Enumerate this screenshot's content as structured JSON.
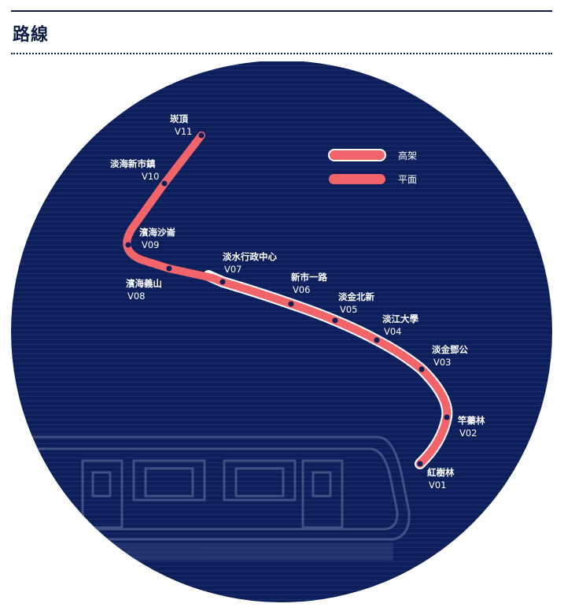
{
  "section_title": "路線",
  "legend": [
    {
      "label": "高架",
      "type": "elevated"
    },
    {
      "label": "平面",
      "type": "ground"
    }
  ],
  "stations": [
    {
      "code": "V01",
      "name": "紅樹林"
    },
    {
      "code": "V02",
      "name": "竿蓁林"
    },
    {
      "code": "V03",
      "name": "淡金鄧公"
    },
    {
      "code": "V04",
      "name": "淡江大學"
    },
    {
      "code": "V05",
      "name": "淡金北新"
    },
    {
      "code": "V06",
      "name": "新市一路"
    },
    {
      "code": "V07",
      "name": "淡水行政中心"
    },
    {
      "code": "V08",
      "name": "濱海義山"
    },
    {
      "code": "V09",
      "name": "濱海沙崙"
    },
    {
      "code": "V10",
      "name": "淡海新市鎮"
    },
    {
      "code": "V11",
      "name": "崁頂"
    }
  ],
  "colors": {
    "background": "#0d1f5a",
    "line": "#f0646a",
    "text": "#0d1f45"
  }
}
